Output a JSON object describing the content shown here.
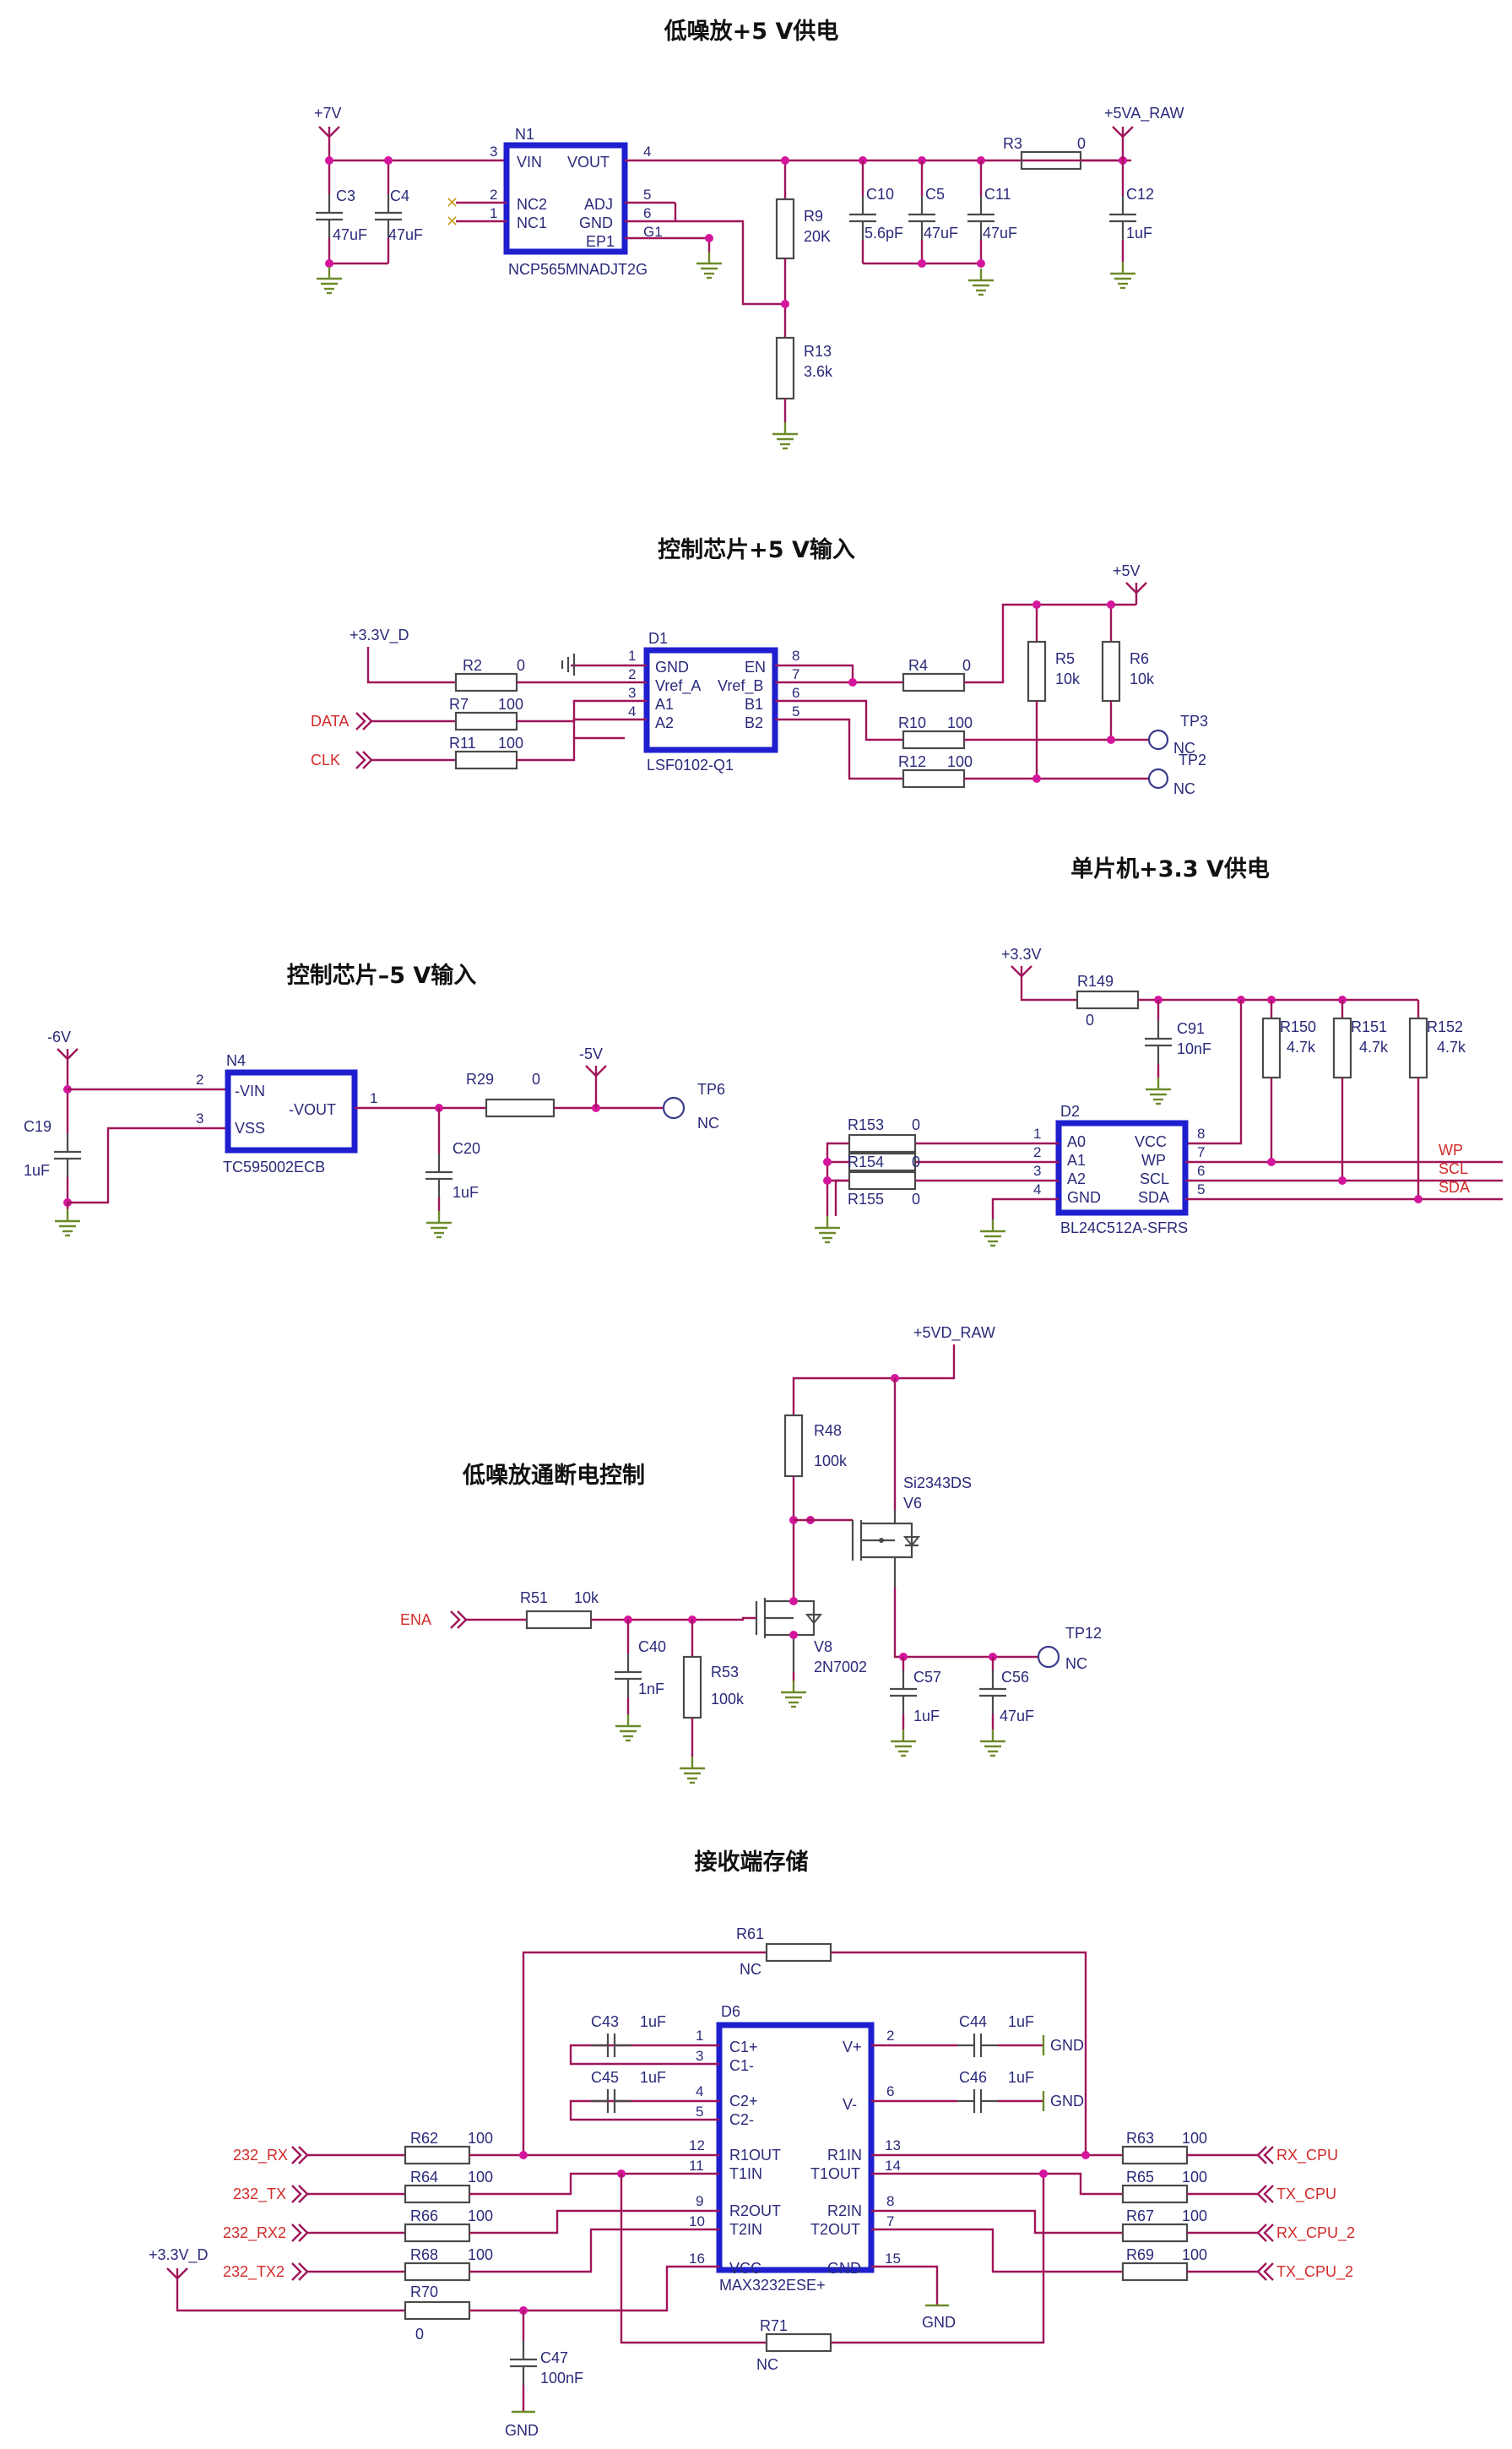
{
  "titles": {
    "s1": "低噪放+5 V供电",
    "s2": "控制芯片+5 V输入",
    "s3": "单片机+3.3 V供电",
    "s4": "控制芯片–5 V输入",
    "s5": "低噪放通断电控制",
    "s6": "接收端存储"
  },
  "s1": {
    "p7v": "+7V",
    "p5va": "+5VA_RAW",
    "c3": "C3",
    "c3v": "47uF",
    "c4": "C4",
    "c4v": "47uF",
    "n1": "N1",
    "n1part": "NCP565MNADJT2G",
    "vin": "VIN",
    "vout": "VOUT",
    "nc2": "NC2",
    "nc1": "NC1",
    "adj": "ADJ",
    "gnd": "GND",
    "ep1": "EP1",
    "p3": "3",
    "p4": "4",
    "p2": "2",
    "p1": "1",
    "p5": "5",
    "p6": "6",
    "g1": "G1",
    "r9": "R9",
    "r9v": "20K",
    "r13": "R13",
    "r13v": "3.6k",
    "c10": "C10",
    "c10v": "5.6pF",
    "c5": "C5",
    "c5v": "47uF",
    "c11": "C11",
    "c11v": "47uF",
    "r3": "R3",
    "r3v": "0",
    "c12": "C12",
    "c12v": "1uF"
  },
  "s2": {
    "p33d": "+3.3V_D",
    "p5v": "+5V",
    "r2": "R2",
    "r2v": "0",
    "r7": "R7",
    "r7v": "100",
    "r11": "R11",
    "r11v": "100",
    "data": "DATA",
    "clk": "CLK",
    "d1": "D1",
    "d1part": "LSF0102-Q1",
    "gnd": "GND",
    "vrefa": "Vref_A",
    "a1": "A1",
    "a2": "A2",
    "en": "EN",
    "vrefb": "Vref_B",
    "b1": "B1",
    "b2": "B2",
    "p1": "1",
    "p2": "2",
    "p3": "3",
    "p4": "4",
    "p8": "8",
    "p7": "7",
    "p6": "6",
    "p5": "5",
    "r4": "R4",
    "r4v": "0",
    "r5": "R5",
    "r5v": "10k",
    "r6": "R6",
    "r6v": "10k",
    "r10": "R10",
    "r10v": "100",
    "r12": "R12",
    "r12v": "100",
    "tp3": "TP3",
    "tp2": "TP2",
    "nc": "NC"
  },
  "s3": {
    "p33": "+3.3V",
    "r149": "R149",
    "r149v": "0",
    "c91": "C91",
    "c91v": "10nF",
    "r150": "R150",
    "r150v": "4.7k",
    "r151": "R151",
    "r151v": "4.7k",
    "r152": "R152",
    "r152v": "4.7k",
    "r153": "R153",
    "r153v": "0",
    "r154": "R154",
    "r154v": "0",
    "r155": "R155",
    "r155v": "0",
    "d2": "D2",
    "d2part": "BL24C512A-SFRS",
    "a0": "A0",
    "a1": "A1",
    "a2": "A2",
    "gnd": "GND",
    "vcc": "VCC",
    "wp": "WP",
    "scl": "SCL",
    "sda": "SDA",
    "p1": "1",
    "p2": "2",
    "p3": "3",
    "p4": "4",
    "p8": "8",
    "p7": "7",
    "p6": "6",
    "p5": "5",
    "wpnet": "WP",
    "sclnet": "SCL",
    "sdanet": "SDA"
  },
  "s4": {
    "m6v": "-6V",
    "m5v": "-5V",
    "c19": "C19",
    "c19v": "1uF",
    "n4": "N4",
    "n4part": "TC595002ECB",
    "vin": "-VIN",
    "vss": "VSS",
    "vout": "-VOUT",
    "p2": "2",
    "p3": "3",
    "p1": "1",
    "c20": "C20",
    "c20v": "1uF",
    "r29": "R29",
    "r29v": "0",
    "tp6": "TP6",
    "nc": "NC"
  },
  "s5": {
    "p5vd": "+5VD_RAW",
    "r48": "R48",
    "r48v": "100k",
    "v6part": "Si2343DS",
    "v6": "V6",
    "v8": "V8",
    "v8part": "2N7002",
    "ena": "ENA",
    "r51": "R51",
    "r51v": "10k",
    "c40": "C40",
    "c40v": "1nF",
    "r53": "R53",
    "r53v": "100k",
    "c57": "C57",
    "c57v": "1uF",
    "c56": "C56",
    "c56v": "47uF",
    "tp12": "TP12",
    "nc": "NC"
  },
  "s6": {
    "r61": "R61",
    "r61v": "NC",
    "r71": "R71",
    "r71v": "NC",
    "c43": "C43",
    "c43v": "1uF",
    "c45": "C45",
    "c45v": "1uF",
    "c44": "C44",
    "c44v": "1uF",
    "c46": "C46",
    "c46v": "1uF",
    "d6": "D6",
    "d6part": "MAX3232ESE+",
    "c1p": "C1+",
    "c1m": "C1-",
    "c2p": "C2+",
    "c2m": "C2-",
    "r1out": "R1OUT",
    "t1in": "T1IN",
    "r2out": "R2OUT",
    "t2in": "T2IN",
    "vcc": "VCC",
    "vp": "V+",
    "vm": "V-",
    "r1in": "R1IN",
    "t1out": "T1OUT",
    "r2in": "R2IN",
    "t2out": "T2OUT",
    "gndpin": "GND",
    "p1": "1",
    "p3": "3",
    "p4": "4",
    "p5": "5",
    "p12": "12",
    "p11": "11",
    "p9": "9",
    "p10": "10",
    "p16": "16",
    "p2": "2",
    "p6": "6",
    "p13": "13",
    "p14": "14",
    "p8": "8",
    "p7": "7",
    "p15": "15",
    "gnd": "GND",
    "n232rx": "232_RX",
    "n232tx": "232_TX",
    "n232rx2": "232_RX2",
    "n232tx2": "232_TX2",
    "p33d": "+3.3V_D",
    "r62": "R62",
    "r62v": "100",
    "r64": "R64",
    "r64v": "100",
    "r66": "R66",
    "r66v": "100",
    "r68": "R68",
    "r68v": "100",
    "r70": "R70",
    "r70v": "0",
    "c47": "C47",
    "c47v": "100nF",
    "r63": "R63",
    "r63v": "100",
    "r65": "R65",
    "r65v": "100",
    "r67": "R67",
    "r67v": "100",
    "r69": "R69",
    "r69v": "100",
    "rxcpu": "RX_CPU",
    "txcpu": "TX_CPU",
    "rxcpu2": "RX_CPU_2",
    "txcpu2": "TX_CPU_2"
  }
}
